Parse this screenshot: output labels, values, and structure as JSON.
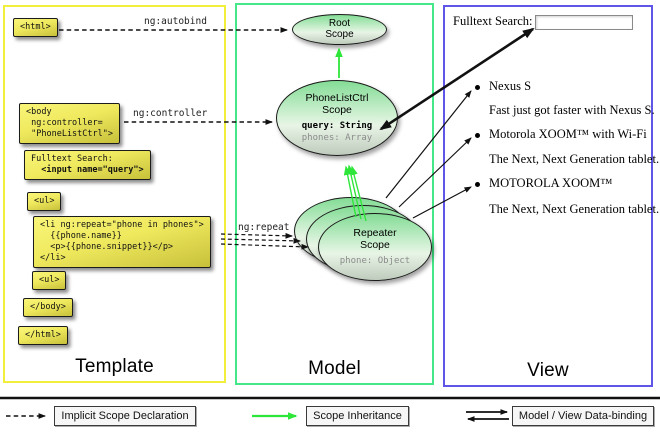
{
  "template": {
    "panel_label": "Template",
    "arrow_labels": {
      "autobind": "ng:autobind",
      "controller": "ng:controller",
      "repeat": "ng:repeat"
    },
    "code_boxes": {
      "html_open": "<html>",
      "body_open": "<body\n ng:controller=\n \"PhoneListCtrl\">",
      "fulltext_label": "Fulltext Search:",
      "fulltext_input": "  <input name=\"query\">",
      "ul_open": "<ul>",
      "li_repeat": "<li ng:repeat=\"phone in phones\">\n  {{phone.name}}\n  <p>{{phone.snippet}}</p>\n</li>",
      "ul_close": "<ul>",
      "body_close": "</body>",
      "html_close": "</html>"
    }
  },
  "model": {
    "panel_label": "Model",
    "root_scope": {
      "title": "Root\nScope"
    },
    "phonelist_scope": {
      "title": "PhoneListCtrl\nScope",
      "prop_query": "query: String",
      "prop_phones": "phones: Array"
    },
    "repeater_scope": {
      "title": "Repeater\nScope",
      "prop_phone": "phone: Object"
    }
  },
  "view": {
    "panel_label": "View",
    "search_label": "Fulltext Search:",
    "search_value": "",
    "items": [
      {
        "name": "Nexus S",
        "snippet": "Fast just got faster with Nexus S."
      },
      {
        "name": "Motorola XOOM™ with Wi-Fi",
        "snippet": "The Next, Next Generation tablet."
      },
      {
        "name": "MOTOROLA XOOM™",
        "snippet": "The Next, Next Generation tablet."
      }
    ]
  },
  "legend": {
    "implicit": "Implicit Scope Declaration",
    "inheritance": "Scope Inheritance",
    "databinding": "Model / View Data-binding"
  },
  "colors": {
    "template_border": "#f2ee3c",
    "model_border": "#44e888",
    "view_border": "#5f55e6",
    "green_arrow": "#2ee63a"
  }
}
